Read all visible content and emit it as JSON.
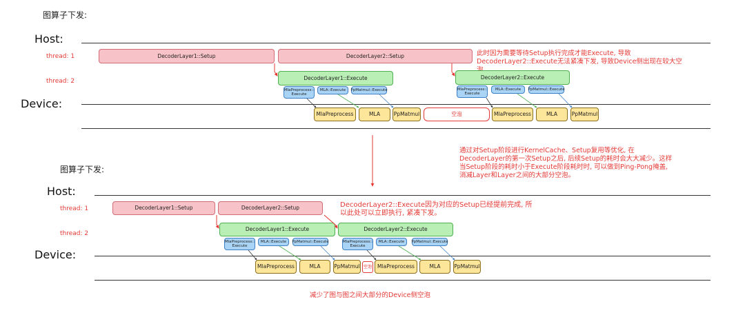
{
  "top": {
    "section_title": "图算子下发:",
    "host_label": "Host:",
    "device_label": "Device:",
    "thread1_label": "thread: 1",
    "thread2_label": "thread: 2",
    "setup1": "DecoderLayer1::Setup",
    "setup2": "DecoderLayer2::Setup",
    "exec1": "DecoderLayer1::Execute",
    "exec2": "DecoderLayer2::Execute",
    "sub_mlapre": "MlaPreprocess::\nExecute",
    "sub_mla": "MLA::Execute",
    "sub_pp": "PpMatmul::Execute",
    "dev_mlapre": "MlaPreprocess",
    "dev_mla": "MLA",
    "dev_pp": "PpMatmul",
    "bubble": "空泡",
    "note": "此时因为需要等待Setup执行完成才能Execute, 导致DecoderLayer2::Execute无法紧凑下发, 导致Device侧出现在较大空泡"
  },
  "middle_note": "通过对Setup阶段进行KernelCache、Setup复用等优化, 在DecoderLayer的第一次Setup之后, 后续Setup的耗时会大大减少。这样当Setup阶段的耗时小于Execute阶段耗时时, 可以做到Ping-Pong掩盖, 消减Layer和Layer之间的大部分空泡。",
  "bottom": {
    "section_title": "图算子下发:",
    "host_label": "Host:",
    "device_label": "Device:",
    "thread1_label": "thread: 1",
    "thread2_label": "thread: 2",
    "setup1": "DecoderLayer1::Setup",
    "setup2": "DecoderLayer2::Setup",
    "exec1": "DecoderLayer1::Execute",
    "exec2": "DecoderLayer2::Execute",
    "sub_mlapre": "MlaPreprocess::\nExecute",
    "sub_mla": "MLA::Execute",
    "sub_pp": "PpMatmul::Execute",
    "dev_mlapre": "MlaPreprocess",
    "dev_mla": "MLA",
    "dev_pp": "PpMatmul",
    "bubble": "空泡",
    "note": "DecoderLayer2::Execute因为对应的Setup已经提前完成, 所以此处可以立即执行, 紧凑下发。"
  },
  "footer_note": "减少了图与图之间大部分的Device侧空泡",
  "colors": {
    "setup": "#f8c3c8",
    "execute": "#b9efb5",
    "sub_execute": "#a9d4f5",
    "device_op": "#fde59a",
    "annotation": "#e53935"
  }
}
